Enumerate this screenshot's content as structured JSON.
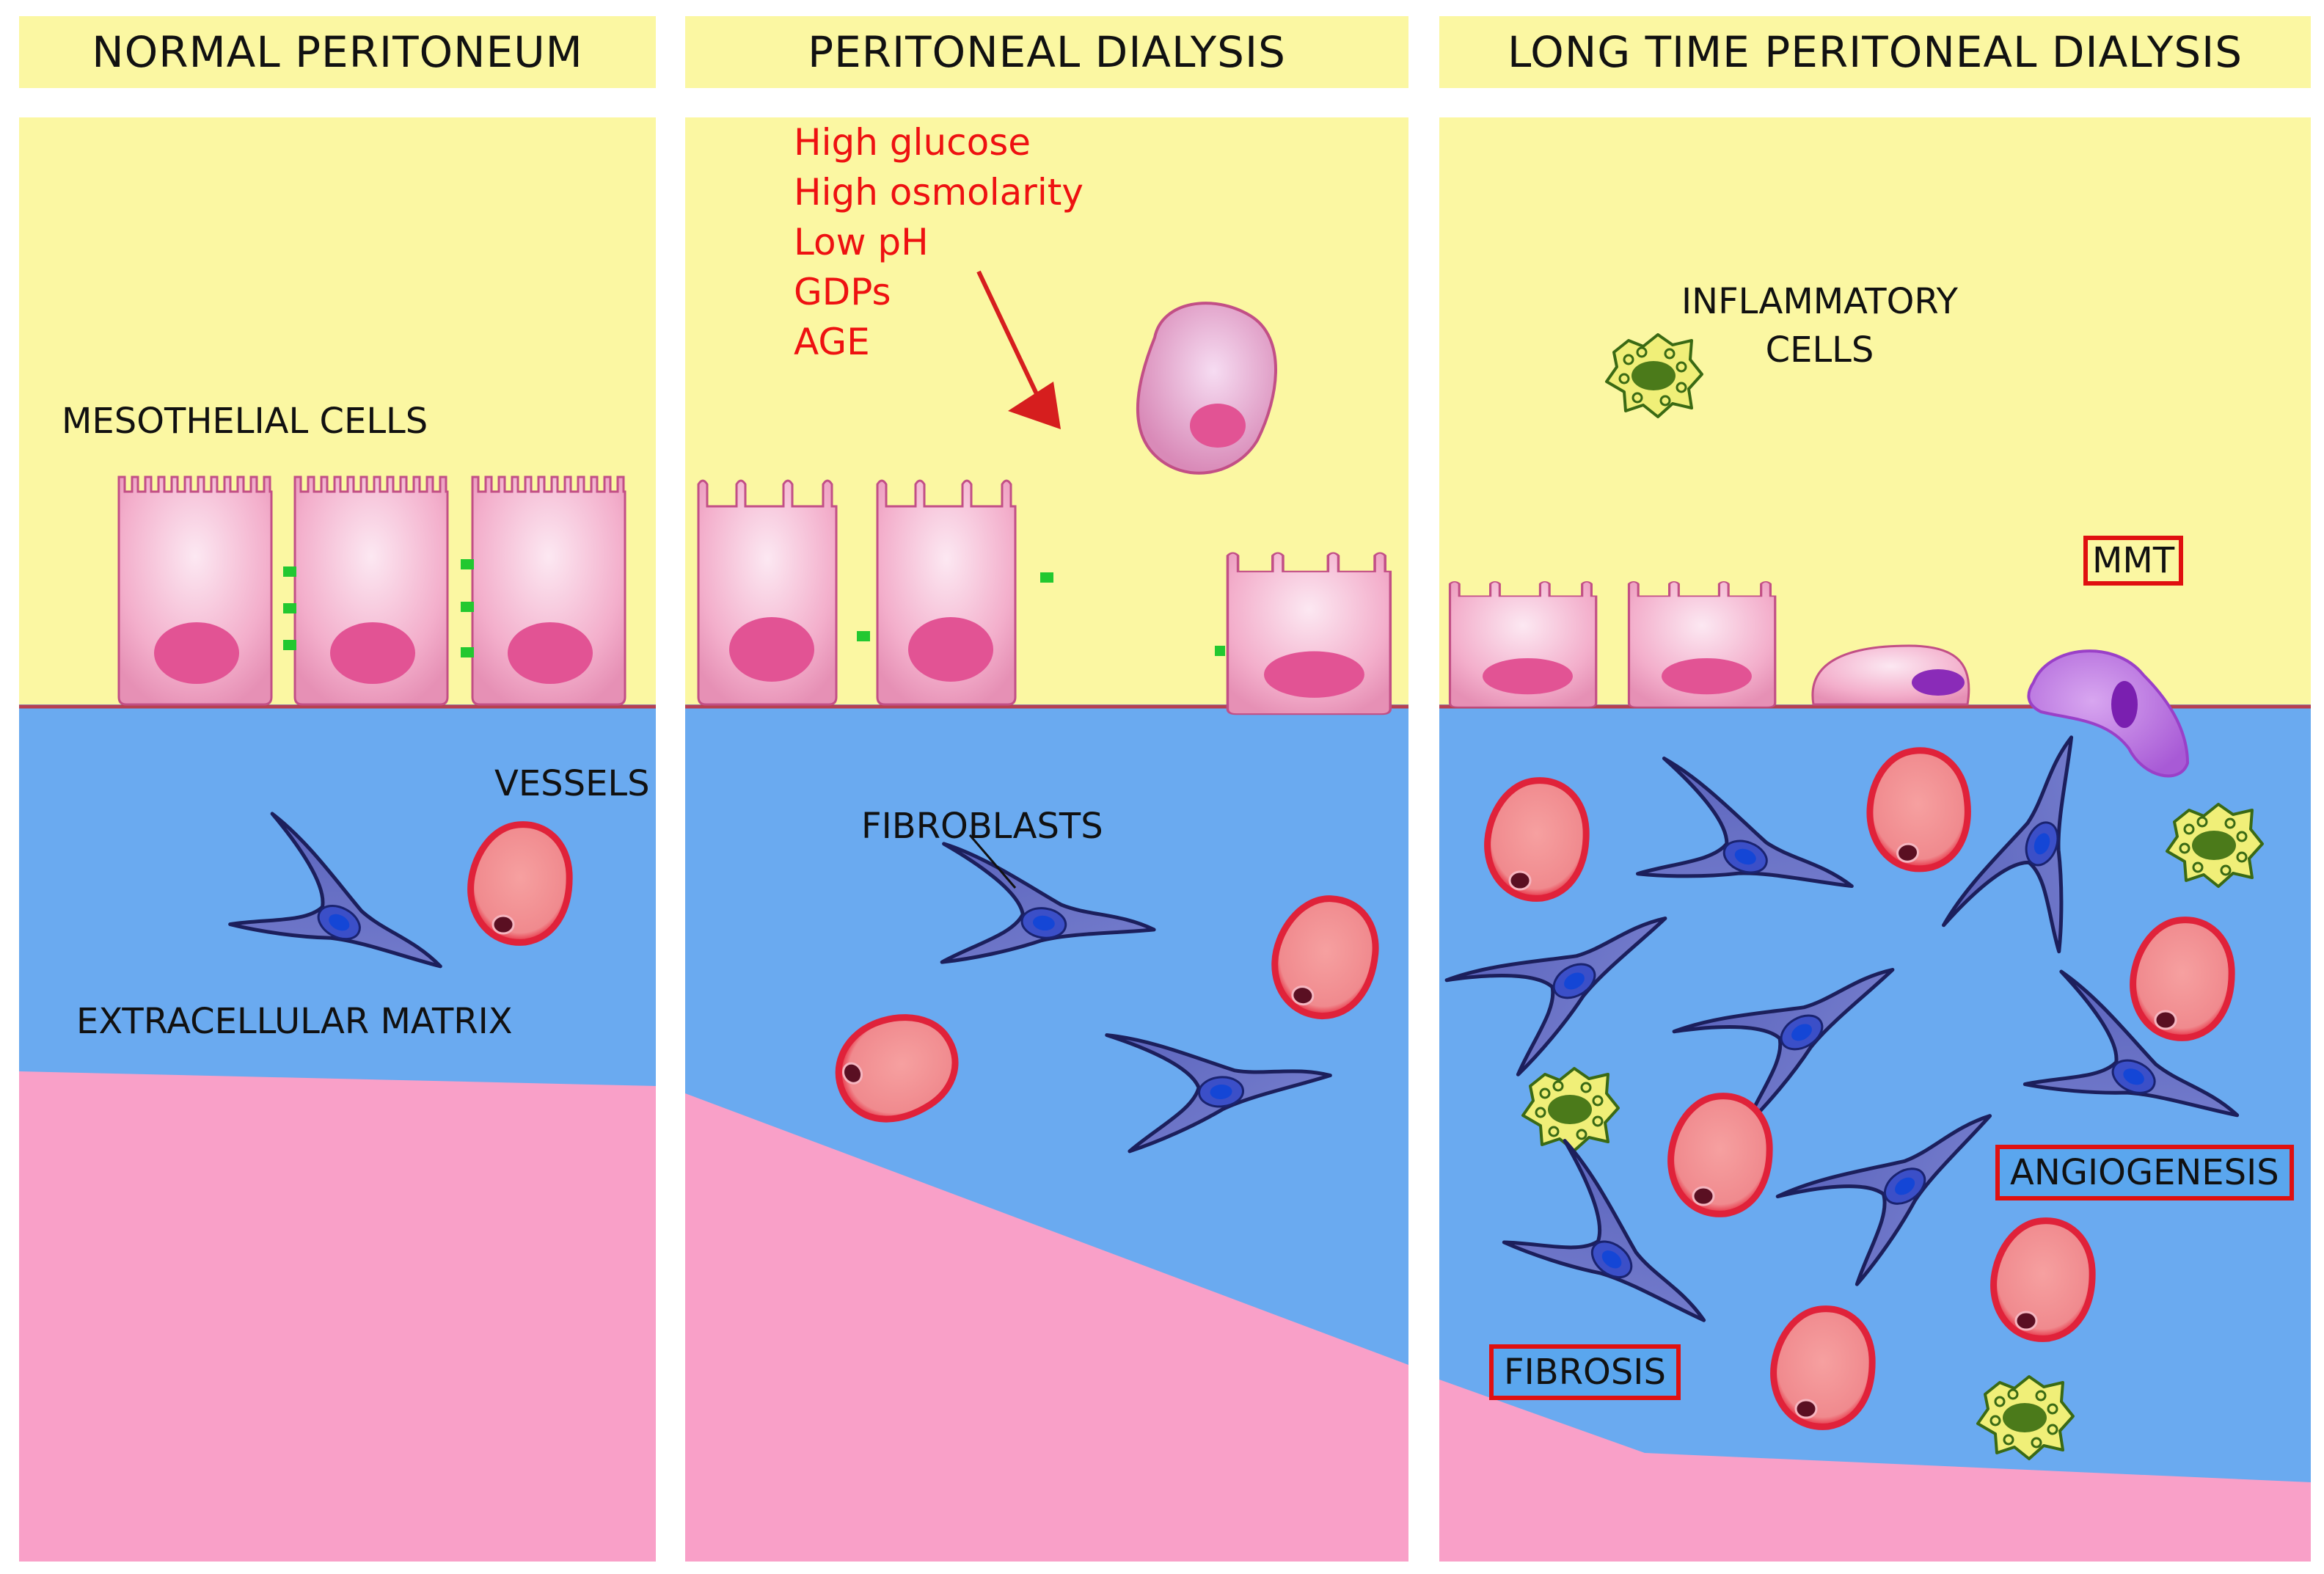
{
  "panels": [
    {
      "title": "NORMAL PERITONEUM"
    },
    {
      "title": "PERITONEAL DIALYSIS"
    },
    {
      "title": "LONG TIME PERITONEAL DIALYSIS"
    }
  ],
  "labels": {
    "mesothelial_cells": "MESOTHELIAL CELLS",
    "vessels": "VESSELS",
    "extracellular_matrix": "EXTRACELLULAR MATRIX",
    "fibroblasts": "FIBROBLASTS",
    "inflammatory_cells_line1": "INFLAMMATORY",
    "inflammatory_cells_line2": "CELLS",
    "mmt": "MMT",
    "angiogenesis": "ANGIOGENESIS",
    "fibrosis": "FIBROSIS"
  },
  "dialysis_factors": [
    "High glucose",
    "High osmolarity",
    "Low pH",
    "GDPs",
    "AGE"
  ],
  "colors": {
    "lumen_yellow": "#fbf7a2",
    "matrix_blue": "#6aaaf0",
    "submesothelium_pink": "#f9a0c8",
    "mesothelial_cell": "#f2a8c8",
    "nucleus": "#e0508e",
    "fibroblast": "#5a62b8",
    "vessel_red": "#e8243a",
    "factor_text": "#ee1111",
    "highlight_box": "#e01010"
  }
}
